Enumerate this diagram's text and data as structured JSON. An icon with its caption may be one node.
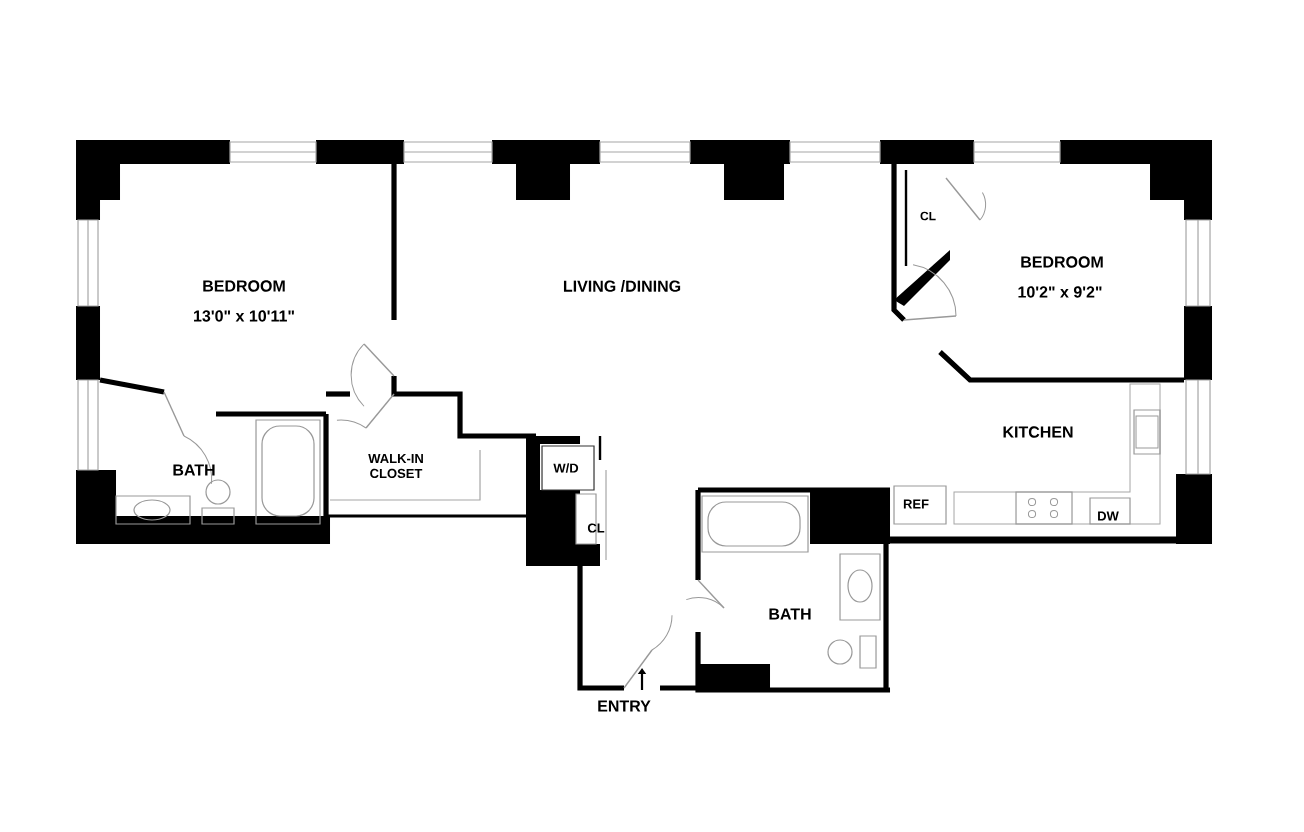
{
  "diagram": {
    "labels": [
      "BEDROOM",
      "13'0\" x 10'11\"",
      "LIVING /DINING",
      "CL",
      "BEDROOM",
      "10'2\" x 9'2\"",
      "KITCHEN",
      "BATH",
      "WALK-IN CLOSET",
      "W/D",
      "CL",
      "REF",
      "DW",
      "BATH",
      "ENTRY"
    ]
  }
}
